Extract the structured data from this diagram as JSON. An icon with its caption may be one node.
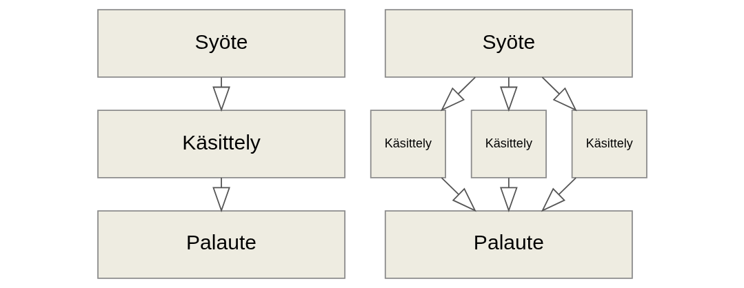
{
  "diagram": {
    "nodes": [
      {
        "text": [
          "Syöte"
        ]
      },
      {
        "text": [
          "Käsittely"
        ]
      },
      {
        "text": [
          "Palaute"
        ]
      },
      {
        "text": [
          "Syöte"
        ]
      },
      {
        "text": [
          "Käsittely"
        ]
      },
      {
        "text": [
          "Käsittely"
        ]
      },
      {
        "text": [
          "Käsittely"
        ]
      },
      {
        "text": [
          "Palaute"
        ]
      }
    ],
    "edges": [
      {
        "from": 0,
        "to": 1,
        "arrow": "to"
      },
      {
        "from": 1,
        "to": 2,
        "arrow": "to"
      },
      {
        "from": 3,
        "to": 4,
        "arrow": "to"
      },
      {
        "from": 3,
        "to": 5,
        "arrow": "to"
      },
      {
        "from": 3,
        "to": 6,
        "arrow": "to"
      },
      {
        "from": 4,
        "to": 7,
        "arrow": "to"
      },
      {
        "from": 5,
        "to": 7,
        "arrow": "to"
      },
      {
        "from": 6,
        "to": 7,
        "arrow": "to"
      }
    ]
  }
}
